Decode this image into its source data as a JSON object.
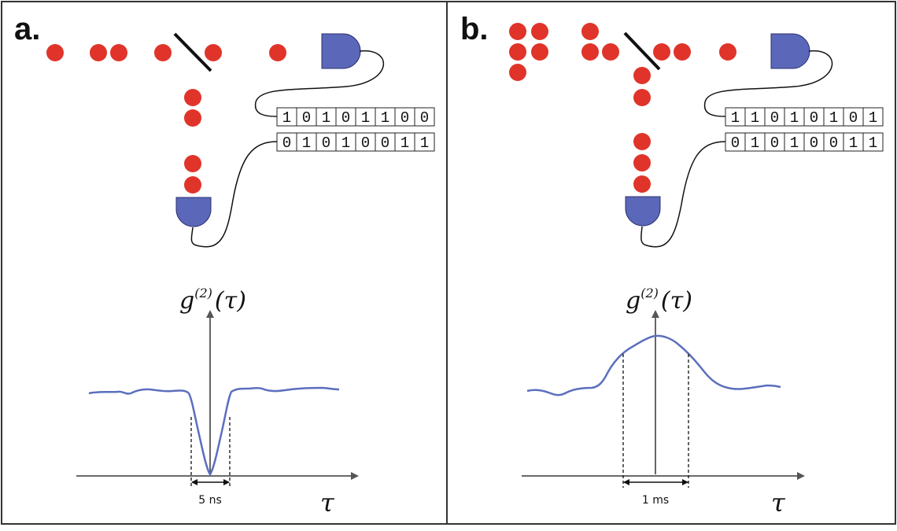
{
  "panels": [
    {
      "label": "a.",
      "bits_top": [
        "1",
        "0",
        "1",
        "0",
        "1",
        "1",
        "0",
        "0"
      ],
      "bits_bottom": [
        "0",
        "1",
        "0",
        "1",
        "0",
        "0",
        "1",
        "1"
      ],
      "axis_label": "g",
      "axis_sup": "(2)",
      "axis_arg": "(τ)",
      "x_axis_label": "τ",
      "width_label": "5 ns"
    },
    {
      "label": "b.",
      "bits_top": [
        "1",
        "1",
        "0",
        "1",
        "0",
        "1",
        "0",
        "1"
      ],
      "bits_bottom": [
        "0",
        "1",
        "0",
        "1",
        "0",
        "0",
        "1",
        "1"
      ],
      "axis_label": "g",
      "axis_sup": "(2)",
      "axis_arg": "(τ)",
      "x_axis_label": "τ",
      "width_label": "1 ms"
    }
  ],
  "colors": {
    "particle": "#e0342a",
    "detector": "#5b67b8",
    "curve": "#5b6fbd",
    "axis": "#555555",
    "border": "#333333"
  }
}
